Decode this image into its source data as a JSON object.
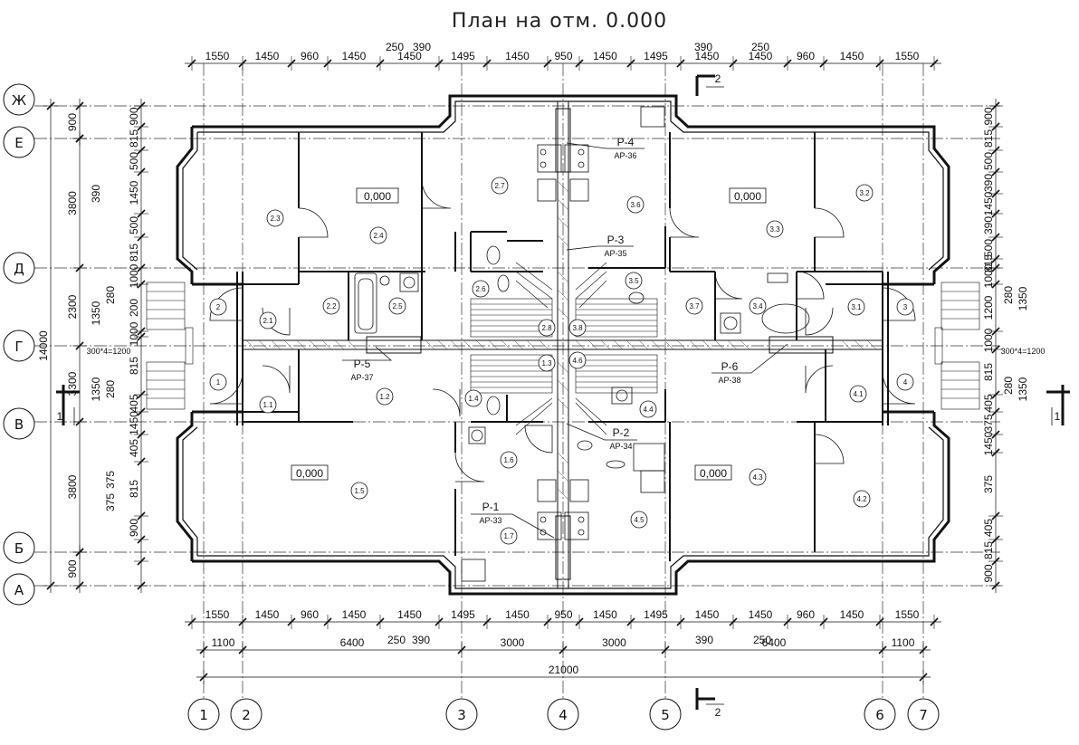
{
  "title": "План на отм. 0.000",
  "top_dims_row1": [
    "1550",
    "1450",
    "960",
    "1450",
    "1450",
    "1495",
    "1450",
    "950",
    "1450",
    "1495",
    "1450",
    "1450",
    "960",
    "1450",
    "1550"
  ],
  "top_dims_row2": [
    "250",
    "390",
    "390",
    "250"
  ],
  "bottom_dims_row1": [
    "1550",
    "1450",
    "960",
    "1450",
    "1450",
    "1495",
    "1450",
    "950",
    "1450",
    "1495",
    "1450",
    "1450",
    "960",
    "1450",
    "1550"
  ],
  "bottom_dims_row2": [
    "250",
    "390",
    "390",
    "250"
  ],
  "bottom_dims_row3": [
    "1100",
    "6400",
    "3000",
    "3000",
    "6400",
    "1100"
  ],
  "bottom_total": "21000",
  "col_axes": [
    "1",
    "2",
    "3",
    "4",
    "5",
    "6",
    "7"
  ],
  "row_axes": [
    "Ж",
    "Е",
    "Д",
    "Г",
    "В",
    "Б",
    "А"
  ],
  "left_dims": {
    "total": "14000",
    "outer": [
      "3800",
      "2300",
      "3300",
      "3800"
    ],
    "c900a": "900",
    "c900b": "900",
    "inner": [
      "900",
      "815",
      "500",
      "1450",
      "500",
      "815",
      "1000",
      "200",
      "1000",
      "815",
      "405",
      "1450",
      "405",
      "815",
      "900"
    ],
    "extra": [
      "390",
      "1350",
      "280",
      "280",
      "1350",
      "375",
      "375",
      "300*4=1200"
    ]
  },
  "right_dims": {
    "inner": [
      "900",
      "815",
      "500",
      "390",
      "1450",
      "390",
      "500",
      "815",
      "1000",
      "1200",
      "1000",
      "815",
      "405",
      "375",
      "1450",
      "375",
      "405",
      "815",
      "900"
    ],
    "extra": [
      "280",
      "1350",
      "280",
      "1350",
      "300*4=1200"
    ]
  },
  "levels": [
    "0,000",
    "0,000",
    "0,000",
    "0,000"
  ],
  "rooms": [
    "2",
    "1",
    "2.1",
    "2.2",
    "2.3",
    "2.4",
    "2.5",
    "2.6",
    "2.7",
    "2.8",
    "1.1",
    "1.2",
    "1.3",
    "1.4",
    "1.5",
    "1.6",
    "1.7",
    "3.1",
    "3.2",
    "3.3",
    "3.4",
    "3.5",
    "3.6",
    "3.7",
    "3.8",
    "4.1",
    "4.2",
    "4.3",
    "4.4",
    "4.5",
    "4.6",
    "3",
    "4"
  ],
  "risers": [
    {
      "code": "Р-4",
      "ref": "АР-36"
    },
    {
      "code": "Р-3",
      "ref": "АР-35"
    },
    {
      "code": "Р-5",
      "ref": "АР-37"
    },
    {
      "code": "Р-6",
      "ref": "АР-38"
    },
    {
      "code": "Р-2",
      "ref": "АР-34"
    },
    {
      "code": "Р-1",
      "ref": "АР-33"
    }
  ],
  "sections": [
    "1",
    "1",
    "2",
    "2"
  ]
}
